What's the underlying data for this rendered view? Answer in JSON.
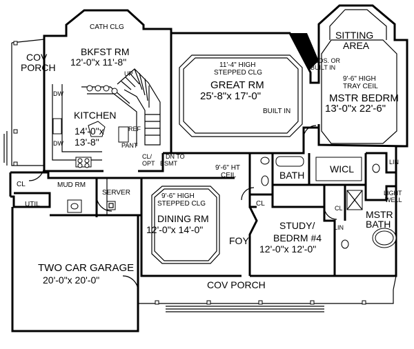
{
  "rooms": {
    "cov_porch_left": {
      "line1": "COV",
      "line2": "PORCH"
    },
    "bkfst": {
      "note": "CATH CLG",
      "name": "BKFST RM",
      "size": "12'-0\"x 11'-8\""
    },
    "great": {
      "note1": "11'-4\" HIGH",
      "note2": "STEPPED CLG",
      "name": "GREAT RM",
      "size": "25'-8\"x 17'-0\""
    },
    "sitting": {
      "line1": "SITTING",
      "line2": "AREA"
    },
    "clos": {
      "line1": "CLOS. OR",
      "line2": "BUILT IN"
    },
    "mstr_bedrm": {
      "note1": "9'-6\" HIGH",
      "note2": "TRAY CEIL",
      "name": "MSTR BEDRM",
      "size": "13'-0\"x 22'-6\""
    },
    "built_in": "BUILT IN",
    "kitchen": {
      "name": "KITCHEN",
      "size1": "14'-0\"x",
      "size2": "13'-8\""
    },
    "dw_upper": "DW",
    "dw_lower": "DW",
    "up": "UP",
    "ref": "REF",
    "pant": "PANT",
    "cl_dn": {
      "line1": "CL/",
      "line2": "OPT",
      "dn1": "DN TO",
      "dn2": "BSMT"
    },
    "hall_ceil": {
      "line1": "9'-6\" HT",
      "line2": "CEIL"
    },
    "bath": "BATH",
    "wicl": "WICL",
    "lin_top": "LIN",
    "lin_bottom": "LIN",
    "light_well": {
      "line1": "LIGHT",
      "line2": "WELL"
    },
    "mstr_bath": {
      "line1": "MSTR",
      "line2": "BATH"
    },
    "cl_left": "CL",
    "mud_rm": "MUD RM",
    "server": "SERVER",
    "util": "UTIL",
    "dining": {
      "note1": "9'-6\" HIGH",
      "note2": "STEPPED CLG",
      "name": "DINING RM",
      "size": "12'-0\"x 14'-0\""
    },
    "cl_hall": "CL",
    "foy": "FOY",
    "study": {
      "name1": "STUDY/",
      "name2": "BEDRM #4",
      "size": "12'-0\"x 12'-0\""
    },
    "cl_study": "CL",
    "garage": {
      "name": "TWO CAR GARAGE",
      "size": "20'-0\"x 20'-0\""
    },
    "cov_porch_front": "COV PORCH"
  }
}
